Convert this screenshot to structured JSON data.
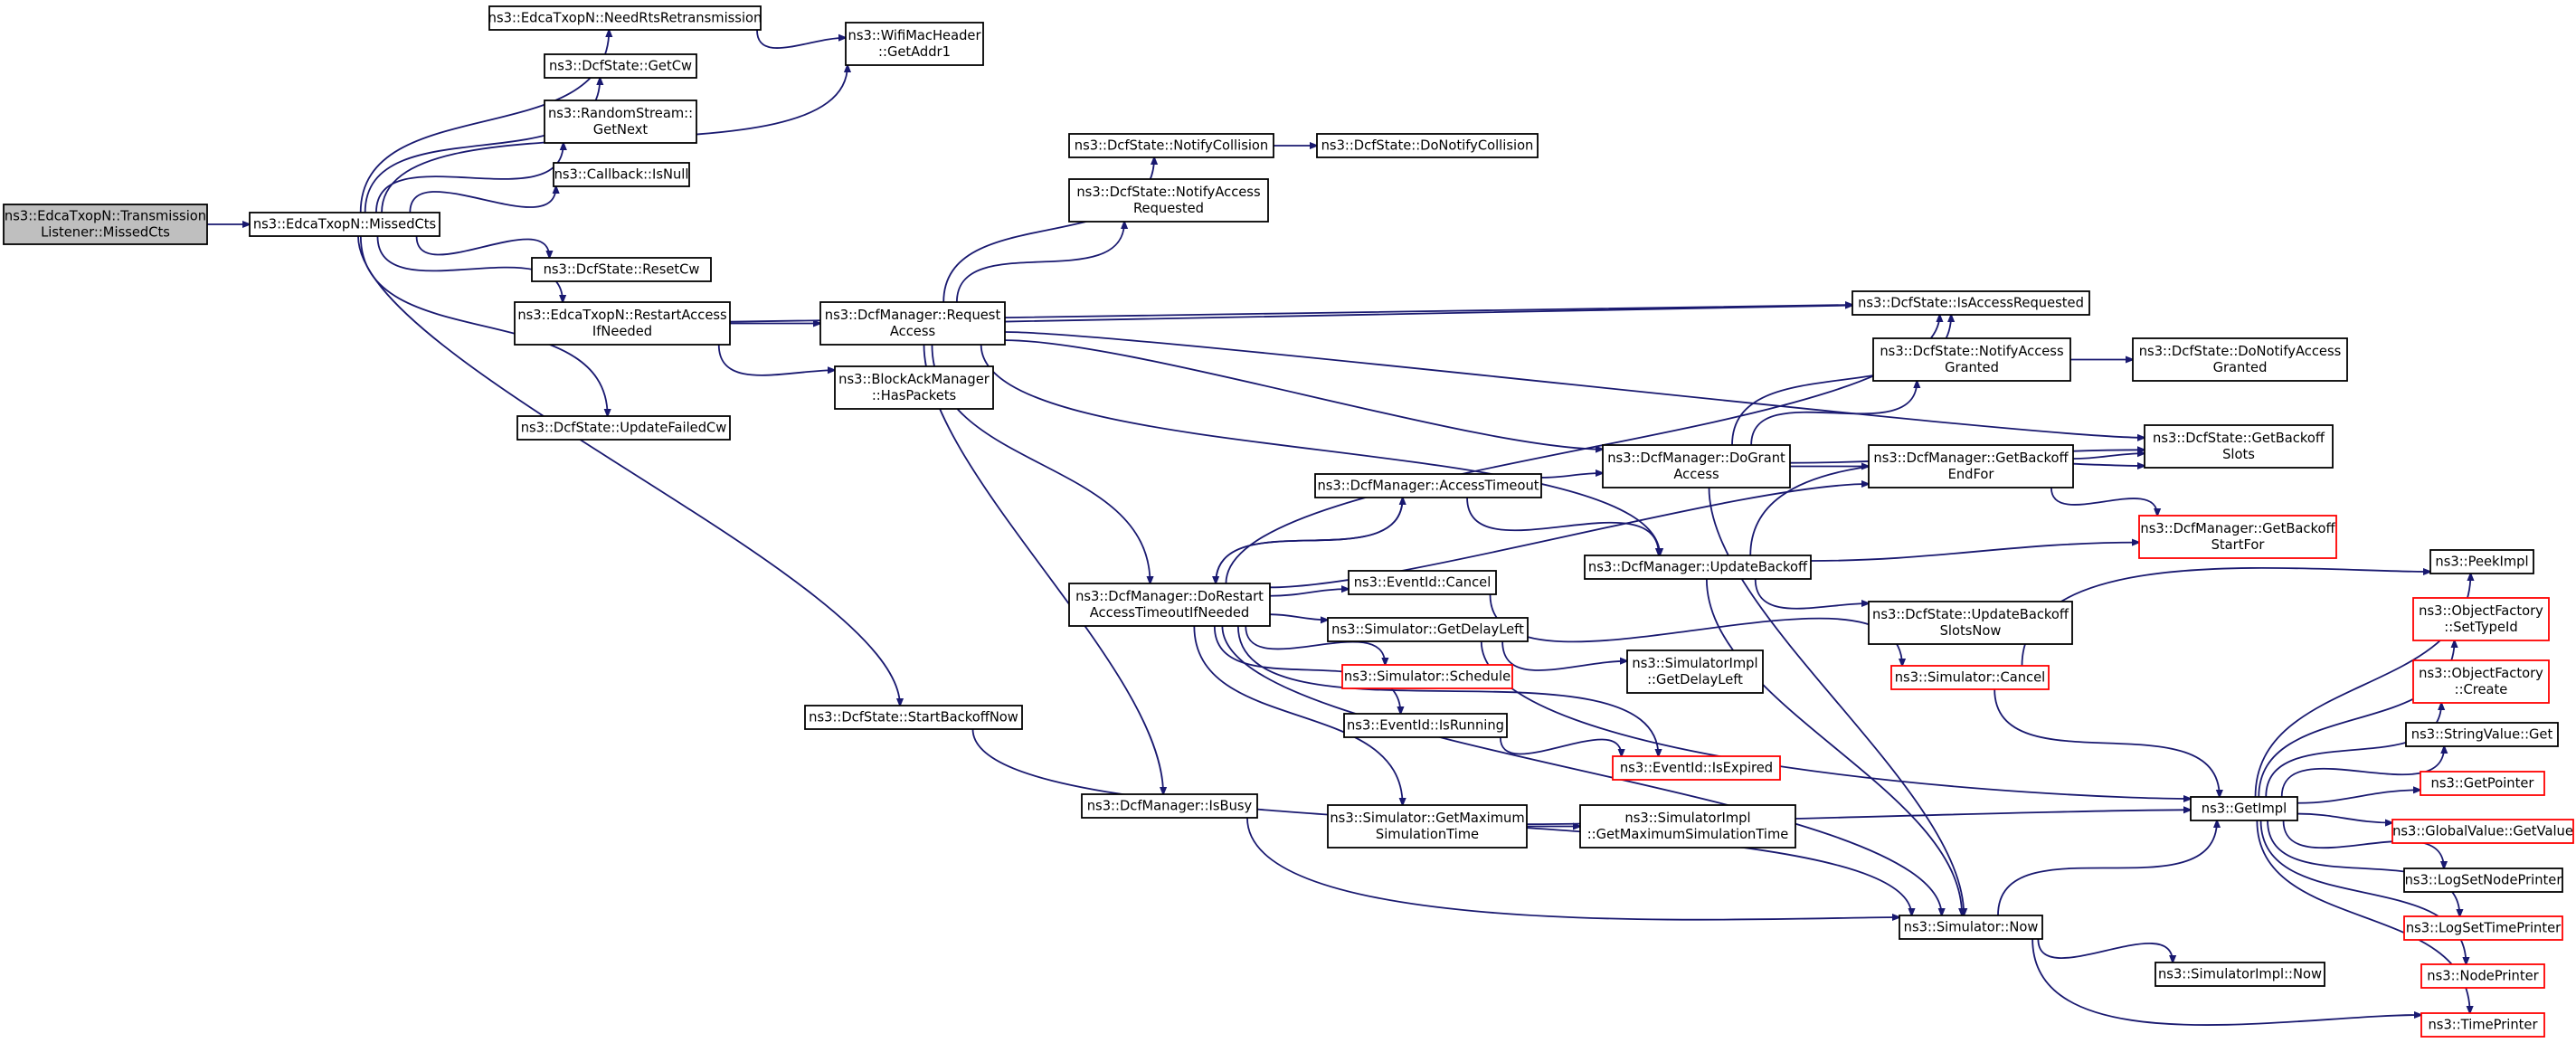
{
  "colors": {
    "edge": "#191970",
    "node_border": "#000000",
    "unresolved_border": "#ff0000",
    "root_fill": "#bfbfbf",
    "background": "#ffffff"
  },
  "nodes": [
    {
      "id": "root",
      "lines": [
        "ns3::EdcaTxopN::Transmission",
        "Listener::MissedCts"
      ],
      "style": "root"
    },
    {
      "id": "missedcts",
      "lines": [
        "ns3::EdcaTxopN::MissedCts"
      ]
    },
    {
      "id": "needrts",
      "lines": [
        "ns3::EdcaTxopN::NeedRtsRetransmission"
      ]
    },
    {
      "id": "getaddr1",
      "lines": [
        "ns3::WifiMacHeader",
        "::GetAddr1"
      ]
    },
    {
      "id": "getcw",
      "lines": [
        "ns3::DcfState::GetCw"
      ]
    },
    {
      "id": "randomstream",
      "lines": [
        "ns3::RandomStream::",
        "GetNext"
      ]
    },
    {
      "id": "isnull",
      "lines": [
        "ns3::Callback::IsNull"
      ]
    },
    {
      "id": "resetcw",
      "lines": [
        "ns3::DcfState::ResetCw"
      ]
    },
    {
      "id": "restartaccess",
      "lines": [
        "ns3::EdcaTxopN::RestartAccess",
        "IfNeeded"
      ]
    },
    {
      "id": "updatefailedcw",
      "lines": [
        "ns3::DcfState::UpdateFailedCw"
      ]
    },
    {
      "id": "startbackoffnow",
      "lines": [
        "ns3::DcfState::StartBackoffNow"
      ]
    },
    {
      "id": "requestaccess",
      "lines": [
        "ns3::DcfManager::Request",
        "Access"
      ]
    },
    {
      "id": "haspackets",
      "lines": [
        "ns3::BlockAckManager",
        "::HasPackets"
      ]
    },
    {
      "id": "notifycollision",
      "lines": [
        "ns3::DcfState::NotifyCollision"
      ]
    },
    {
      "id": "donotifycollision",
      "lines": [
        "ns3::DcfState::DoNotifyCollision"
      ]
    },
    {
      "id": "notifyaccessreq",
      "lines": [
        "ns3::DcfState::NotifyAccess",
        "Requested"
      ]
    },
    {
      "id": "isaccessreq",
      "lines": [
        "ns3::DcfState::IsAccessRequested"
      ]
    },
    {
      "id": "notifyaccessgranted",
      "lines": [
        "ns3::DcfState::NotifyAccess",
        "Granted"
      ]
    },
    {
      "id": "donotifyaccessgranted",
      "lines": [
        "ns3::DcfState::DoNotifyAccess",
        "Granted"
      ]
    },
    {
      "id": "dogrant",
      "lines": [
        "ns3::DcfManager::DoGrant",
        "Access"
      ]
    },
    {
      "id": "getbackoffslots",
      "lines": [
        "ns3::DcfState::GetBackoff",
        "Slots"
      ]
    },
    {
      "id": "getbackoffendfor",
      "lines": [
        "ns3::DcfManager::GetBackoff",
        "EndFor"
      ]
    },
    {
      "id": "getbackoffstartfor",
      "lines": [
        "ns3::DcfManager::GetBackoff",
        "StartFor"
      ],
      "style": "red"
    },
    {
      "id": "accesstimeout",
      "lines": [
        "ns3::DcfManager::AccessTimeout"
      ]
    },
    {
      "id": "updatebackoff",
      "lines": [
        "ns3::DcfManager::UpdateBackoff"
      ]
    },
    {
      "id": "updatebackoffslotsnow",
      "lines": [
        "ns3::DcfState::UpdateBackoff",
        "SlotsNow"
      ]
    },
    {
      "id": "dorestart",
      "lines": [
        "ns3::DcfManager::DoRestart",
        "AccessTimeoutIfNeeded"
      ]
    },
    {
      "id": "eventcancel",
      "lines": [
        "ns3::EventId::Cancel"
      ]
    },
    {
      "id": "getdelayleft",
      "lines": [
        "ns3::Simulator::GetDelayLeft"
      ]
    },
    {
      "id": "implgetdelayleft",
      "lines": [
        "ns3::SimulatorImpl",
        "::GetDelayLeft"
      ]
    },
    {
      "id": "schedule",
      "lines": [
        "ns3::Simulator::Schedule"
      ],
      "style": "red"
    },
    {
      "id": "simcancel",
      "lines": [
        "ns3::Simulator::Cancel"
      ],
      "style": "red"
    },
    {
      "id": "isrunning",
      "lines": [
        "ns3::EventId::IsRunning"
      ]
    },
    {
      "id": "isexpired",
      "lines": [
        "ns3::EventId::IsExpired"
      ],
      "style": "red"
    },
    {
      "id": "isbusy",
      "lines": [
        "ns3::DcfManager::IsBusy"
      ]
    },
    {
      "id": "getmaxsimtime",
      "lines": [
        "ns3::Simulator::GetMaximum",
        "SimulationTime"
      ]
    },
    {
      "id": "implgetmaxsimtime",
      "lines": [
        "ns3::SimulatorImpl",
        "::GetMaximumSimulationTime"
      ]
    },
    {
      "id": "getimpl",
      "lines": [
        "ns3::GetImpl"
      ]
    },
    {
      "id": "simnow",
      "lines": [
        "ns3::Simulator::Now"
      ]
    },
    {
      "id": "implnow",
      "lines": [
        "ns3::SimulatorImpl::Now"
      ]
    },
    {
      "id": "peekimpl",
      "lines": [
        "ns3::PeekImpl"
      ]
    },
    {
      "id": "settypeid",
      "lines": [
        "ns3::ObjectFactory",
        "::SetTypeId"
      ],
      "style": "red"
    },
    {
      "id": "objcreate",
      "lines": [
        "ns3::ObjectFactory",
        "::Create"
      ],
      "style": "red"
    },
    {
      "id": "stringvalueget",
      "lines": [
        "ns3::StringValue::Get"
      ]
    },
    {
      "id": "getpointer",
      "lines": [
        "ns3::GetPointer"
      ],
      "style": "red"
    },
    {
      "id": "globalvalue",
      "lines": [
        "ns3::GlobalValue::GetValue"
      ],
      "style": "red"
    },
    {
      "id": "logsetnodeprinter",
      "lines": [
        "ns3::LogSetNodePrinter"
      ]
    },
    {
      "id": "logsettimeprinter",
      "lines": [
        "ns3::LogSetTimePrinter"
      ],
      "style": "red"
    },
    {
      "id": "nodeprinter",
      "lines": [
        "ns3::NodePrinter"
      ],
      "style": "red"
    },
    {
      "id": "timeprinter",
      "lines": [
        "ns3::TimePrinter"
      ],
      "style": "red"
    }
  ],
  "edges": [
    [
      "root",
      "missedcts"
    ],
    [
      "missedcts",
      "needrts"
    ],
    [
      "missedcts",
      "getaddr1"
    ],
    [
      "missedcts",
      "getcw"
    ],
    [
      "missedcts",
      "randomstream"
    ],
    [
      "missedcts",
      "isnull"
    ],
    [
      "missedcts",
      "resetcw"
    ],
    [
      "missedcts",
      "restartaccess"
    ],
    [
      "missedcts",
      "updatefailedcw"
    ],
    [
      "missedcts",
      "startbackoffnow"
    ],
    [
      "needrts",
      "getaddr1"
    ],
    [
      "restartaccess",
      "isaccessreq"
    ],
    [
      "restartaccess",
      "requestaccess"
    ],
    [
      "restartaccess",
      "haspackets"
    ],
    [
      "requestaccess",
      "notifycollision"
    ],
    [
      "requestaccess",
      "notifyaccessreq"
    ],
    [
      "requestaccess",
      "getbackoffslots"
    ],
    [
      "requestaccess",
      "isaccessreq"
    ],
    [
      "requestaccess",
      "dogrant"
    ],
    [
      "requestaccess",
      "updatebackoff"
    ],
    [
      "requestaccess",
      "dorestart"
    ],
    [
      "requestaccess",
      "isbusy"
    ],
    [
      "notifycollision",
      "donotifycollision"
    ],
    [
      "notifyaccessgranted",
      "donotifyaccessgranted"
    ],
    [
      "dogrant",
      "isaccessreq"
    ],
    [
      "dogrant",
      "notifyaccessgranted"
    ],
    [
      "dogrant",
      "getbackoffslots"
    ],
    [
      "dogrant",
      "getbackoffendfor"
    ],
    [
      "dogrant",
      "simnow"
    ],
    [
      "getbackoffendfor",
      "getbackoffslots"
    ],
    [
      "getbackoffendfor",
      "getbackoffstartfor"
    ],
    [
      "accesstimeout",
      "dogrant"
    ],
    [
      "accesstimeout",
      "updatebackoff"
    ],
    [
      "accesstimeout",
      "dorestart"
    ],
    [
      "updatebackoff",
      "getbackoffslots"
    ],
    [
      "updatebackoff",
      "getbackoffstartfor"
    ],
    [
      "updatebackoff",
      "updatebackoffslotsnow"
    ],
    [
      "updatebackoff",
      "simnow"
    ],
    [
      "dorestart",
      "isaccessreq"
    ],
    [
      "dorestart",
      "accesstimeout"
    ],
    [
      "dorestart",
      "getbackoffendfor"
    ],
    [
      "dorestart",
      "eventcancel"
    ],
    [
      "dorestart",
      "getdelayleft"
    ],
    [
      "dorestart",
      "schedule"
    ],
    [
      "dorestart",
      "isrunning"
    ],
    [
      "dorestart",
      "isexpired"
    ],
    [
      "dorestart",
      "getmaxsimtime"
    ],
    [
      "dorestart",
      "simnow"
    ],
    [
      "eventcancel",
      "simcancel"
    ],
    [
      "getdelayleft",
      "implgetdelayleft"
    ],
    [
      "getdelayleft",
      "getimpl"
    ],
    [
      "isrunning",
      "isexpired"
    ],
    [
      "isbusy",
      "simnow"
    ],
    [
      "getmaxsimtime",
      "implgetmaxsimtime"
    ],
    [
      "getmaxsimtime",
      "getimpl"
    ],
    [
      "startbackoffnow",
      "simnow"
    ],
    [
      "simcancel",
      "peekimpl"
    ],
    [
      "simcancel",
      "getimpl"
    ],
    [
      "simnow",
      "getimpl"
    ],
    [
      "simnow",
      "implnow"
    ],
    [
      "simnow",
      "timeprinter"
    ],
    [
      "getimpl",
      "peekimpl"
    ],
    [
      "getimpl",
      "settypeid"
    ],
    [
      "getimpl",
      "objcreate"
    ],
    [
      "getimpl",
      "stringvalueget"
    ],
    [
      "getimpl",
      "getpointer"
    ],
    [
      "getimpl",
      "globalvalue"
    ],
    [
      "getimpl",
      "logsetnodeprinter"
    ],
    [
      "getimpl",
      "logsettimeprinter"
    ],
    [
      "getimpl",
      "nodeprinter"
    ],
    [
      "getimpl",
      "timeprinter"
    ]
  ]
}
